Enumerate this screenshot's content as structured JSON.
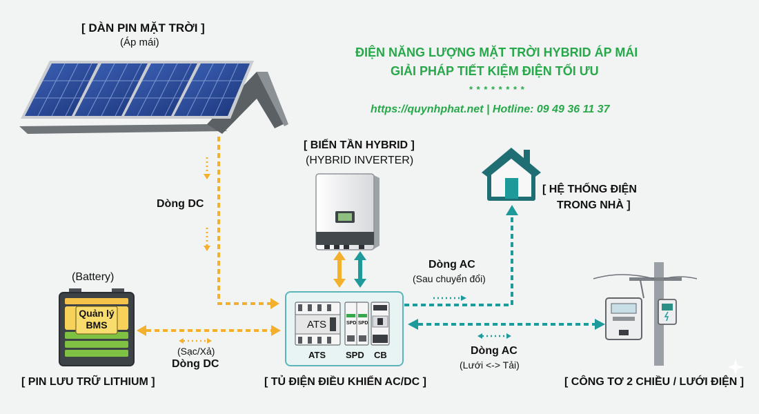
{
  "header": {
    "title_line1": "ĐIỆN NĂNG LƯỢNG MẶT TRỜI HYBRID ÁP MÁI",
    "title_line2": "GIẢI PHÁP TIẾT KIỆM ĐIỆN TỐI ƯU",
    "stars": "* * * * * * * *",
    "contact": "https://quynhphat.net | Hotline: 09 49 36 11 37"
  },
  "solar": {
    "title": "[ DÀN PIN MẶT TRỜI ]",
    "subtitle": "(Áp mái)"
  },
  "inverter": {
    "title": "[ BIẾN TẦN HYBRID ]",
    "subtitle": "(HYBRID INVERTER)"
  },
  "house": {
    "title_line1": "[ HỆ THỐNG ĐIỆN",
    "title_line2": "TRONG NHÀ ]"
  },
  "battery": {
    "top_label": "(Battery)",
    "bms_line1": "Quản lý",
    "bms_line2": "BMS",
    "title": "[ PIN LƯU TRỮ LITHIUM ]"
  },
  "cabinet": {
    "ats_device": "ATS",
    "spd_device_1": "SPD",
    "spd_device_2": "SPD",
    "label_ats": "ATS",
    "label_spd": "SPD",
    "label_cb": "CB",
    "title": "[ TỦ ĐIỆN ĐIỀU KHIỂN AC/DC ]"
  },
  "meter": {
    "title": "[ CÔNG TƠ 2 CHIỀU / LƯỚI ĐIỆN ]"
  },
  "flows": {
    "dc_solar": "Dòng DC",
    "dc_battery_sub": "(Sạc/Xả)",
    "dc_battery": "Dòng DC",
    "ac_house": "Dòng AC",
    "ac_house_sub": "(Sau chuyển đổi)",
    "ac_grid": "Dòng AC",
    "ac_grid_sub": "(Lưới <-> Tải)"
  },
  "colors": {
    "orange": "#f2b02c",
    "teal": "#1f9a9a",
    "green_text": "#27a84a",
    "panel_blue": "#1f3f8a",
    "box_border": "#5bb5b8"
  }
}
